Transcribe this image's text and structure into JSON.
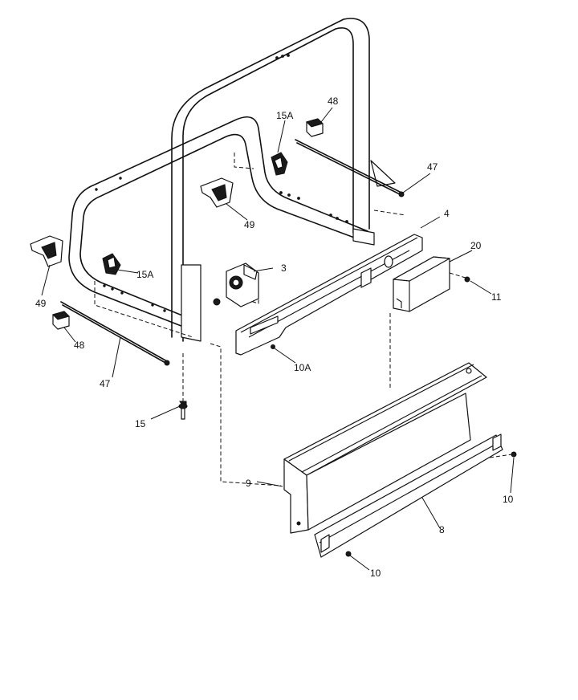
{
  "labels": {
    "p3": "3",
    "p4": "4",
    "p8": "8",
    "p9": "9",
    "p10a": "10",
    "p10b": "10",
    "p10A": "10A",
    "p11": "11",
    "p15": "15",
    "p15A_top": "15A",
    "p15A_left": "15A",
    "p20": "20",
    "p47_right": "47",
    "p47_left": "47",
    "p48_top": "48",
    "p48_left": "48",
    "p49_right": "49",
    "p49_left": "49"
  }
}
